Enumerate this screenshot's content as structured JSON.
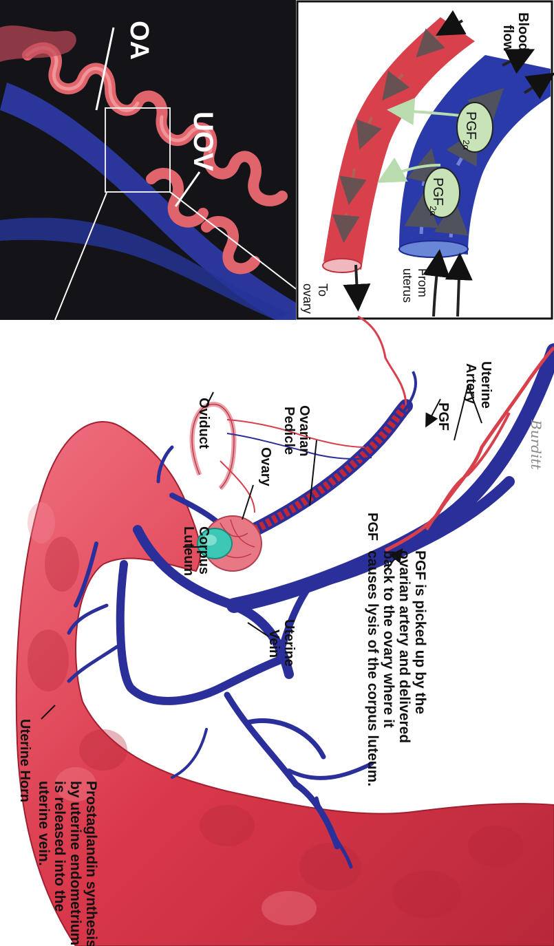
{
  "photo_labels": {
    "oa": "OA",
    "uov": "UOV"
  },
  "inset": {
    "blood_flow_1": "Blood",
    "blood_flow_2": "flow",
    "to_ovary_1": "To",
    "to_ovary_2": "ovary",
    "from_uterus_1": "From",
    "from_uterus_2": "uterus",
    "pgf_base": "PGF",
    "pgf_sub": "2α"
  },
  "main_labels": {
    "oviduct": "Oviduct",
    "ovarian_pedicle_1": "Ovarian",
    "ovarian_pedicle_2": "Pedicle",
    "ovary": "Ovary",
    "corpus_luteum_1": "Corpus",
    "corpus_luteum_2": "Luteum",
    "uterine_artery_1": "Uterine",
    "uterine_artery_2": "Artery",
    "pgf_top": "PGF",
    "pgf_mid": "PGF",
    "uterine_horn": "Uterine Horn",
    "uterine_vein_1": "Uterine",
    "uterine_vein_2": "Vein",
    "signature": "Burditt",
    "caption_pgf": [
      "PGF is picked up by the",
      "ovarian artery and delivered",
      "back to the ovary where it",
      "causes lysis of the corpus luteum."
    ],
    "caption_prostaglandin": [
      "Prostaglandin synthesis",
      "by uterine endometrium",
      "is released into the",
      "uterine vein."
    ]
  },
  "colors": {
    "artery_red": "#d8404c",
    "vein_blue": "#2a2f9a",
    "uterus_red": "#d9384a",
    "corpus_luteum": "#3cc8b4",
    "pgf_bubble": "#c9e3b8"
  }
}
